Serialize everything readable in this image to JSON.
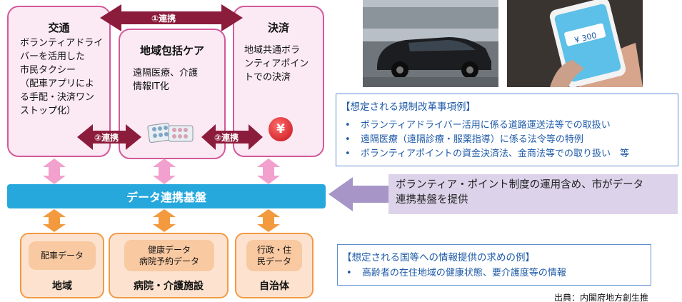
{
  "boxes": {
    "transport": {
      "title": "交通",
      "lines": [
        "ボランティアドライ",
        "バーを活用した",
        "市民タクシー",
        "（配車アプリによ",
        "る手配・決済ワン",
        "ストップ化）"
      ]
    },
    "care": {
      "title": "地域包括ケア",
      "lines": [
        "遠隔医療、介護",
        "情報IT化"
      ]
    },
    "payment": {
      "title": "決済",
      "lines": [
        "地域共通ボラ",
        "ンティアポイン",
        "トでの決済"
      ]
    }
  },
  "links": {
    "link1": "①連携",
    "link2_left": "②連携",
    "link2_right": "②連携"
  },
  "yen_symbol": "¥",
  "platform_label": "データ連携基盤",
  "bottom": {
    "region": {
      "inner": "配車データ",
      "label": "地域"
    },
    "hospital": {
      "inner_lines": [
        "健康データ",
        "病院予約データ"
      ],
      "label": "病院・介護施設"
    },
    "municipality": {
      "inner_lines": [
        "行政・住",
        "民データ"
      ],
      "label": "自治体"
    }
  },
  "regulation_panel": {
    "title": "【想定される規制改革事項例】",
    "items": [
      "ボランティアドライバー活用に係る道路運送法等での取扱い",
      "遠隔医療（遠隔診療・服薬指導）に係る法令等の特例",
      "ボランティアポイントの資金決済法、金商法等での取り扱い　等"
    ]
  },
  "city_note_lines": [
    "ボランティア・ポイント制度の運用含め、市がデータ",
    "連携基盤を提供"
  ],
  "info_panel": {
    "title": "【想定される国等への情報提供の求めの例】",
    "items": [
      "高齢者の在住地域の健康状態、要介護度等の情報"
    ]
  },
  "source_text": "出典：内閣府地方創生推",
  "photo_screen_text": "¥ 300",
  "colors": {
    "pink_border": "#d25a9b",
    "pink_fill": "#fbeaf3",
    "maroon": "#8c1c3c",
    "platform_blue": "#26a8dc",
    "orange_border": "#f29a45",
    "orange_fill": "#fde3cf",
    "panel_blue": "#1e5aa8",
    "lilac": "#dcd3ea",
    "purple_arrow": "#a795c8"
  }
}
